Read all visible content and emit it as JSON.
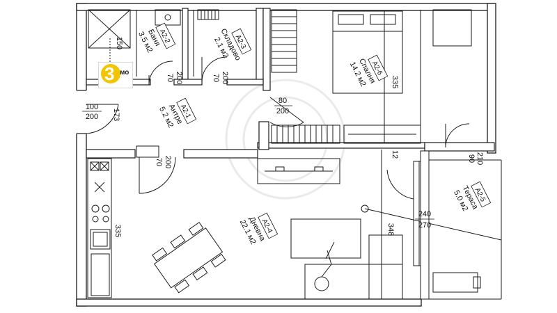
{
  "rooms": {
    "bath": {
      "code": "A2-2",
      "name": "Баня",
      "area": "3.5 м2"
    },
    "storage": {
      "code": "A2-3",
      "name": "Складово",
      "area": "2.1 м2"
    },
    "bedroom": {
      "code": "A2-6",
      "name": "Спалня",
      "area": "14.2 м2"
    },
    "hall": {
      "code": "A2-1",
      "name": "Антре",
      "area": "5.2 м2"
    },
    "living": {
      "code": "A2-4",
      "name": "Дневна",
      "area": "22.1 м2"
    },
    "terrace": {
      "code": "A2-5",
      "name": "Тераса",
      "area": "5.0 м2"
    }
  },
  "dims": {
    "bath_150": "150",
    "bath_door_w": "70",
    "bath_door_h": "200",
    "storage_door_w": "70",
    "storage_door_h": "200",
    "bed_door_w": "80",
    "bed_door_h": "200",
    "entry_w": "100",
    "entry_h": "200",
    "hall_173": "173",
    "hall_door_w": "70",
    "hall_door_h": "200",
    "bed_335": "335",
    "bed_tick": "12",
    "terr_door_w": "90",
    "terr_door_h": "210",
    "balc_w": "240",
    "balc_h": "270",
    "living_348": "348",
    "kitchen_335": "335"
  },
  "logo": {
    "number": "3",
    "text": "мо"
  },
  "colors": {
    "line": "#1a1a1a",
    "wall": "#ffffff",
    "logo": "#f2c500"
  }
}
